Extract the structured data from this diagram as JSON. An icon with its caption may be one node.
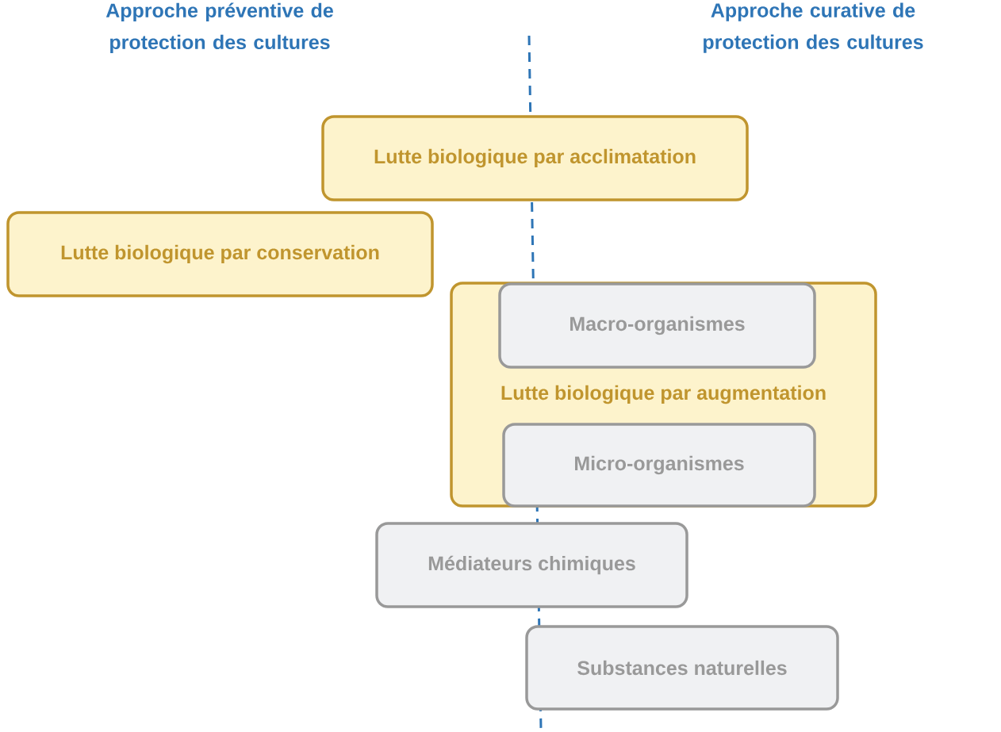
{
  "diagram": {
    "nodes": [
      {
        "text": [
          "Lutte biologique par acclimatation"
        ]
      },
      {
        "text": [
          "Lutte biologique par conservation"
        ]
      },
      {
        "text": [
          "Lutte biologique par augmentation"
        ]
      },
      {
        "text": [
          "Macro-organismes"
        ],
        "in": 2
      },
      {
        "text": [
          "Micro-organismes"
        ],
        "in": 2
      },
      {
        "text": [
          "Médiateurs chimiques"
        ]
      },
      {
        "text": [
          "Substances naturelles"
        ]
      }
    ],
    "edges": [],
    "labels": [
      "Approche préventive de protection des cultures",
      "Approche curative de protection des cultures"
    ]
  }
}
